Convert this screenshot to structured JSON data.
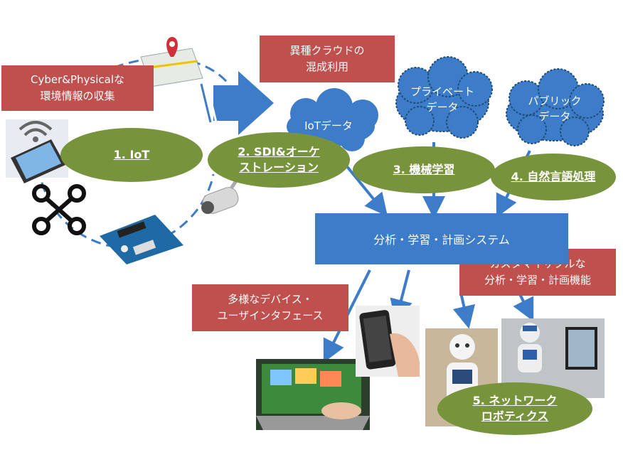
{
  "boxes": {
    "cyber": "Cyber&Physicalな\n環境情報の収集",
    "hybrid": "異種クラウドの\n混成利用",
    "devices": "多様なデバイス・\nユーザインタフェース",
    "custom": "カスタマイザブルな\n分析・学習・計画機能"
  },
  "clouds": {
    "iot": "IoTデータ",
    "private": "プライベート\nデータ",
    "public": "パブリック\nデータ"
  },
  "ovals": {
    "iot": "1. IoT",
    "sdi": "2. SDI&オーケ\nストレーション",
    "ml": "3. 機械学習",
    "nlp": "4. 自然言語処理",
    "robotics": "5. ネットワーク\nロボティクス"
  },
  "system_bar": "分析・学習・計画システム",
  "colors": {
    "red_box": "#c0504d",
    "green_oval": "#77933c",
    "blue": "#3d7cc9"
  }
}
